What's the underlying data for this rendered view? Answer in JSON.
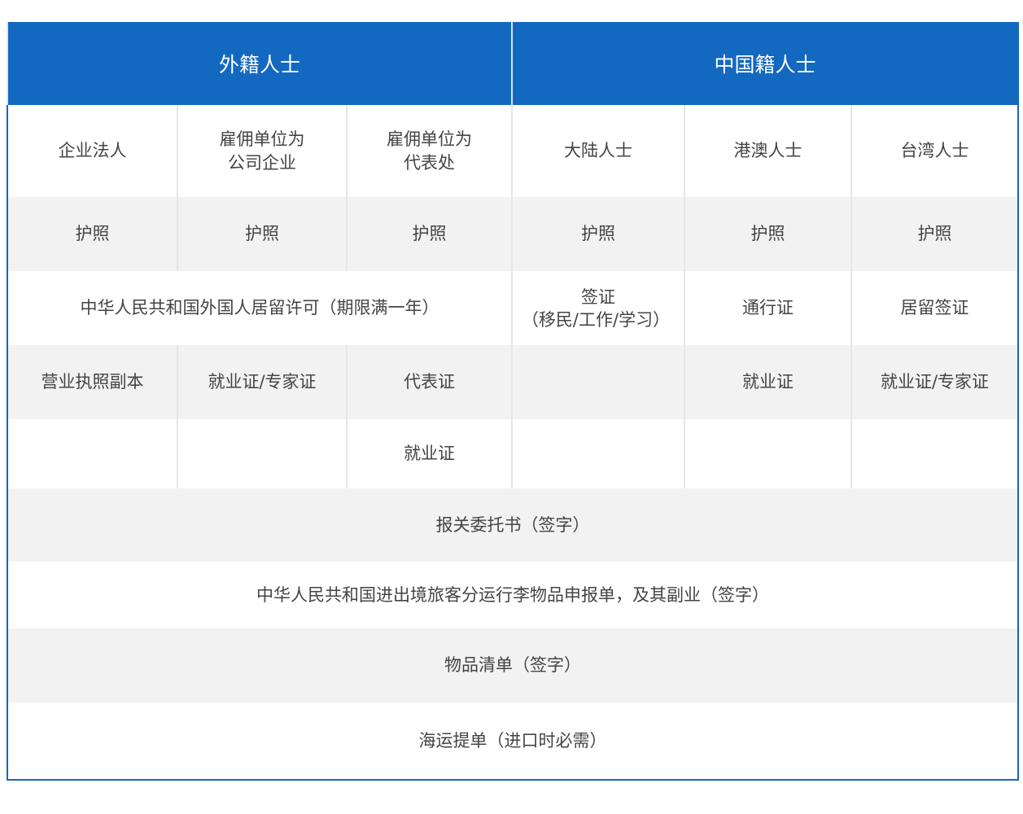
{
  "header": {
    "foreign": "外籍人士",
    "chinese": "中国籍人士"
  },
  "subheader": [
    "企业法人",
    "雇佣单位为\n公司企业",
    "雇佣单位为\n代表处",
    "大陆人士",
    "港澳人士",
    "台湾人士"
  ],
  "rows": {
    "passport": [
      "护照",
      "护照",
      "护照",
      "护照",
      "护照",
      "护照"
    ],
    "residence_permit": "中华人民共和国外国人居留许可（期限满一年）",
    "visa_line1": "签证",
    "visa_line2": "（移民/工作/学习）",
    "pass_permit": "通行证",
    "residence_visa": "居留签证",
    "docs": [
      "营业执照副本",
      "就业证/专家证",
      "代表证",
      "",
      "就业证",
      "就业证/专家证"
    ],
    "rep_work_permit": "就业证",
    "customs_power": "报关委托书（签字）",
    "declaration_form": "中华人民共和国进出境旅客分运行李物品申报单，及其副业（签字）",
    "item_list": "物品清单（签字）",
    "bill_of_lading": "海运提单（进口时必需）"
  }
}
